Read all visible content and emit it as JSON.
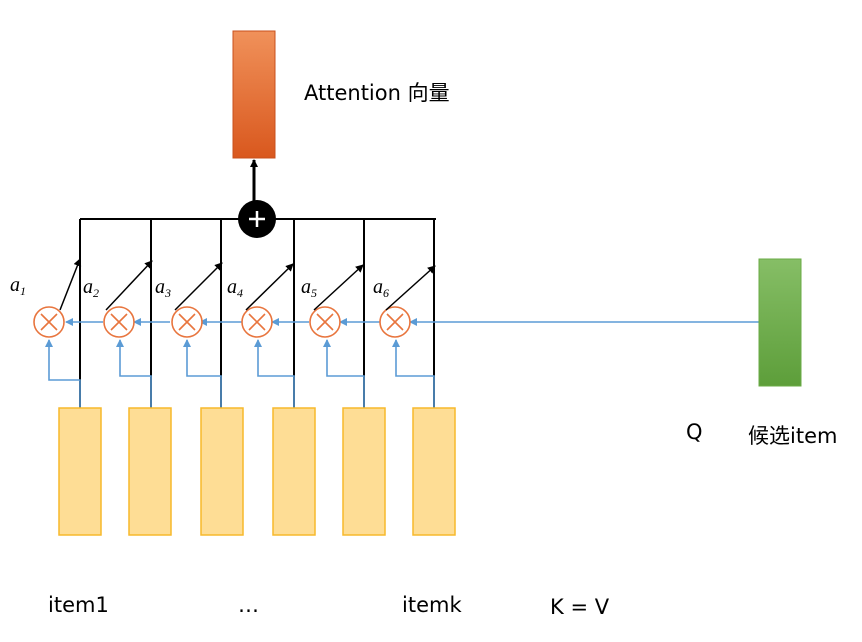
{
  "labels": {
    "attention": "Attention 向量",
    "query": "Q",
    "candidate": "候选item",
    "item_first": "item1",
    "item_ellipsis": "…",
    "item_last": "itemk",
    "kv": "K = V"
  },
  "weights": [
    {
      "base": "a",
      "sub": "1"
    },
    {
      "base": "a",
      "sub": "2"
    },
    {
      "base": "a",
      "sub": "3"
    },
    {
      "base": "a",
      "sub": "4"
    },
    {
      "base": "a",
      "sub": "5"
    },
    {
      "base": "a",
      "sub": "6"
    }
  ],
  "colors": {
    "attention_top": "#F0915A",
    "attention_bottom": "#D9581E",
    "query_top": "#86BE66",
    "query_bottom": "#5D9E3A",
    "item_fill": "#FEDD95",
    "item_stroke": "#F7B92B",
    "multiply": "#E8753E",
    "blue_line": "#5B9BD5",
    "black": "#000000"
  },
  "icons": {
    "sum": "plus-circle-icon",
    "multiply": "times-circle-icon"
  }
}
